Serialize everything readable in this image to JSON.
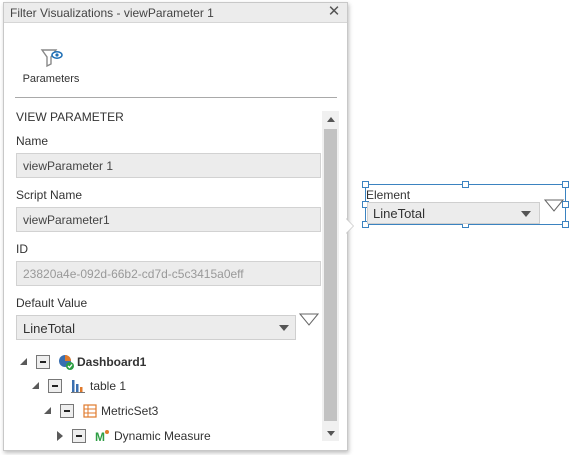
{
  "panel": {
    "title": "Filter Visualizations - viewParameter 1",
    "close_icon": "close-icon"
  },
  "toolbar": {
    "parameters_label": "Parameters",
    "parameters_icon": "filter-eye-icon"
  },
  "view_parameter": {
    "section_title": "VIEW PARAMETER",
    "name_label": "Name",
    "name_value": "viewParameter 1",
    "script_name_label": "Script Name",
    "script_name_value": "viewParameter1",
    "id_label": "ID",
    "id_value": "23820a4e-092d-66b2-cd7d-c5c3415a0eff",
    "default_value_label": "Default Value",
    "default_value": "LineTotal"
  },
  "tree": {
    "items": [
      {
        "label": "Dashboard1",
        "icon": "dashboard-icon",
        "state": "expanded"
      },
      {
        "label": "table 1",
        "icon": "bar-chart-icon",
        "state": "expanded"
      },
      {
        "label": "MetricSet3",
        "icon": "metricset-icon",
        "state": "expanded"
      },
      {
        "label": "Dynamic Measure",
        "icon": "measure-icon",
        "state": "collapsed"
      }
    ]
  },
  "canvas_element": {
    "label": "Element",
    "value": "LineTotal"
  },
  "colors": {
    "selection_blue": "#3b83c0",
    "dashboard_green": "#2e9e44",
    "chart_blue": "#3a6fb0",
    "metric_orange": "#e07a2c"
  }
}
